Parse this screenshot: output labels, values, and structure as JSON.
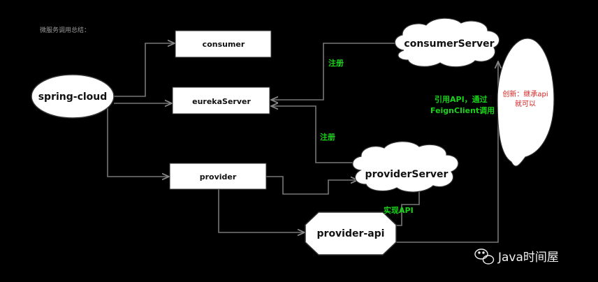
{
  "caption": "微服务调用总结：",
  "nodes": {
    "spring_cloud": "spring-cloud",
    "consumer": "consumer",
    "eureka_server": "eurekaServer",
    "provider": "provider",
    "provider_api": "provider-api",
    "consumer_server": "consumerServer",
    "provider_server": "providerServer"
  },
  "labels": {
    "register_consumer": "注册",
    "register_provider": "注册",
    "call_api_line1": "引用API，通过",
    "call_api_line2": "FeignClient调用",
    "implement_api": "实现API"
  },
  "callout": {
    "line1": "创新：继承api",
    "line2": "就可以"
  },
  "watermark": {
    "text": "Java时间屋",
    "icon": "wechat-icon"
  },
  "colors": {
    "background": "#000000",
    "node_fill": "#ffffff",
    "edge": "#777777",
    "green_label": "#19d219",
    "red_text": "#d42020"
  }
}
